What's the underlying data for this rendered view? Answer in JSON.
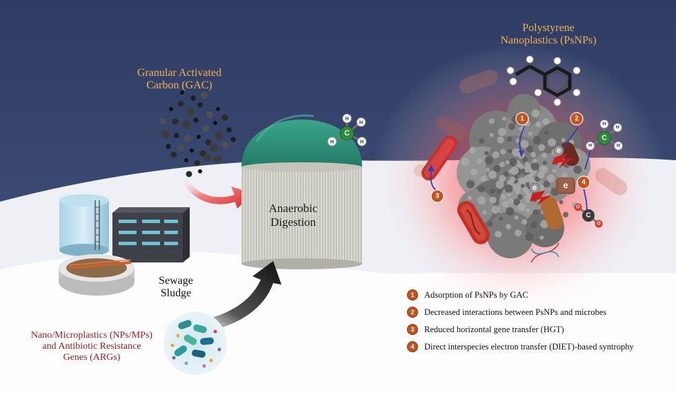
{
  "labels": {
    "gac": "Granular Activated\nCarbon (GAC)",
    "psnps": "Polystyrene\nNanoplastics (PsNPs)",
    "digester": "Anaerobic\nDigestion",
    "sludge": "Sewage\nSludge",
    "nanoplastics": "Nano/Microplastics (NPs/MPs)\nand Antibiotic Resistance\nGenes (ARGs)"
  },
  "molecule_atoms": {
    "carbon": "C",
    "hydrogen": "H",
    "oxygen": "O",
    "electron": "e"
  },
  "mechanism_markers": [
    "1",
    "2",
    "3",
    "4"
  ],
  "legend": [
    {
      "num": "1",
      "text": "Adsorption of PsNPs by GAC"
    },
    {
      "num": "2",
      "text": "Decreased interactions between PsNPs and microbes"
    },
    {
      "num": "3",
      "text": "Reduced horizontal gene transfer (HGT)"
    },
    {
      "num": "4",
      "text": "Direct interspecies electron transfer (DIET)-based syntrophy"
    }
  ],
  "colors": {
    "sky": "#33426a",
    "snow": "#f1f3f8",
    "dome": "#2f8f7a",
    "digester_body": "#d4d4cc",
    "label_gold": "#f2b24e",
    "label_red": "#9c1b1b",
    "marker": "#c4541c",
    "carbon_atom": "#2e8b3a"
  }
}
